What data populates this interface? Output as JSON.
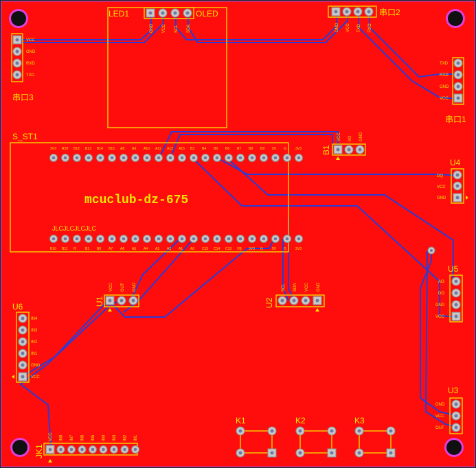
{
  "board": {
    "title": "mcuclub-dz-675",
    "copper_color": "#ff0d0d",
    "silk_color": "#f5e400",
    "trace_color": "#2a3bd8"
  },
  "components": {
    "led1": {
      "ref": "LED1",
      "name": "OLED",
      "pins": [
        "GND",
        "VCC",
        "SCL",
        "SDA"
      ]
    },
    "uart2": {
      "ref": "串口2",
      "pins": [
        "GND",
        "VCC",
        "TXD",
        "RXD"
      ]
    },
    "uart3": {
      "ref": "串口3",
      "pins": [
        "VCC",
        "GND",
        "RXD",
        "TXD"
      ]
    },
    "uart1": {
      "ref": "串口1",
      "pins": [
        "TXD",
        "RXD",
        "GND",
        "VCC"
      ]
    },
    "mcu": {
      "ref": "S_ST1",
      "silk_text": "JLCJLCJLCJLC",
      "top_pins": [
        "3V3",
        "RST",
        "B12",
        "B13",
        "B14",
        "B15",
        "A8",
        "A9",
        "A10",
        "A11",
        "A12",
        "A15",
        "B3",
        "B4",
        "B5",
        "B6",
        "B7",
        "B8",
        "B9",
        "5V",
        "G",
        "3V3"
      ],
      "bottom_pins": [
        "B10",
        "B11",
        "R",
        "B1",
        "B0",
        "A7",
        "A6",
        "A5",
        "A4",
        "A3",
        "A2",
        "A1",
        "A0",
        "C15",
        "C14",
        "C13",
        "VB",
        "3V3",
        "G",
        "5V",
        "G",
        "3V3"
      ]
    },
    "b1": {
      "ref": "B1",
      "pins": [
        "VCC",
        "I/O",
        "GND"
      ]
    },
    "u4": {
      "ref": "U4",
      "pins": [
        "DQ",
        "VCC",
        "GND"
      ]
    },
    "u5": {
      "ref": "U5",
      "pins": [
        "AO",
        "DO",
        "GND",
        "VCC"
      ]
    },
    "u3": {
      "ref": "U3",
      "pins": [
        "GND",
        "VCC",
        "OUT"
      ]
    },
    "u1": {
      "ref": "U1",
      "pins": [
        "VCC",
        "OUT",
        "GND"
      ]
    },
    "u2": {
      "ref": "U2",
      "pins": [
        "GND",
        "VCC",
        "SDA",
        "SCL"
      ]
    },
    "u6": {
      "ref": "U6",
      "pins": [
        "IN4",
        "IN3",
        "IN2",
        "IN1",
        "GND",
        "VCC"
      ]
    },
    "jk1": {
      "ref": "JK1",
      "pins": [
        "VCC",
        "IN8",
        "IN7",
        "IN6",
        "IN5",
        "IN4",
        "IN3",
        "IN2",
        "IN1"
      ]
    },
    "k1": {
      "ref": "K1"
    },
    "k2": {
      "ref": "K2"
    },
    "k3": {
      "ref": "K3"
    }
  }
}
